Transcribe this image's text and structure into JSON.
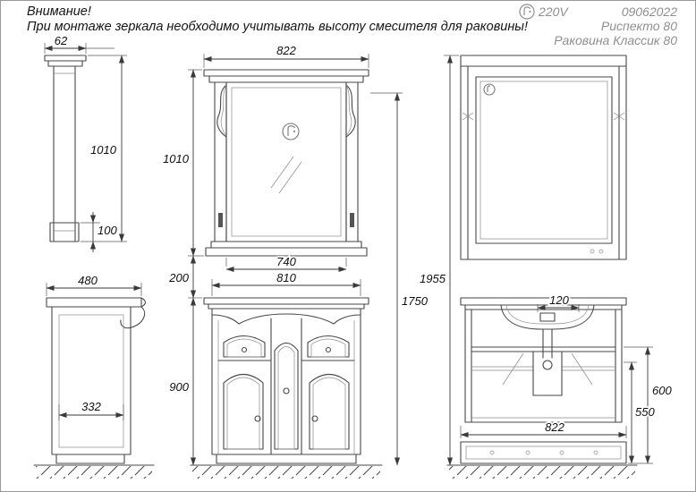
{
  "note": {
    "title": "Внимание!",
    "body": "При монтаже зеркала необходимо учитывать высоту смесителя для раковины!"
  },
  "titleblock": {
    "voltage": "220V",
    "code": "09062022",
    "model": "Риспекто 80",
    "sink": "Раковина Классик 80"
  },
  "dims": {
    "mirror_depth": "62",
    "mirror_side_height": "1010",
    "mirror_ledge": "100",
    "mirror_width": "822",
    "mirror_height": "1010",
    "mirror_glass_width": "740",
    "gap": "200",
    "cabinet_width": "810",
    "cabinet_height": "900",
    "upper_height": "1750",
    "total_height": "1955",
    "cabinet_depth": "480",
    "side_inner_width": "332",
    "sink_offset": "120",
    "cabinet_back_width": "822",
    "back_upper_height": "600",
    "back_lower_height": "550"
  },
  "colors": {
    "line": "#474747",
    "dim_text": "#101010",
    "muted_text": "#8f8f8f"
  }
}
